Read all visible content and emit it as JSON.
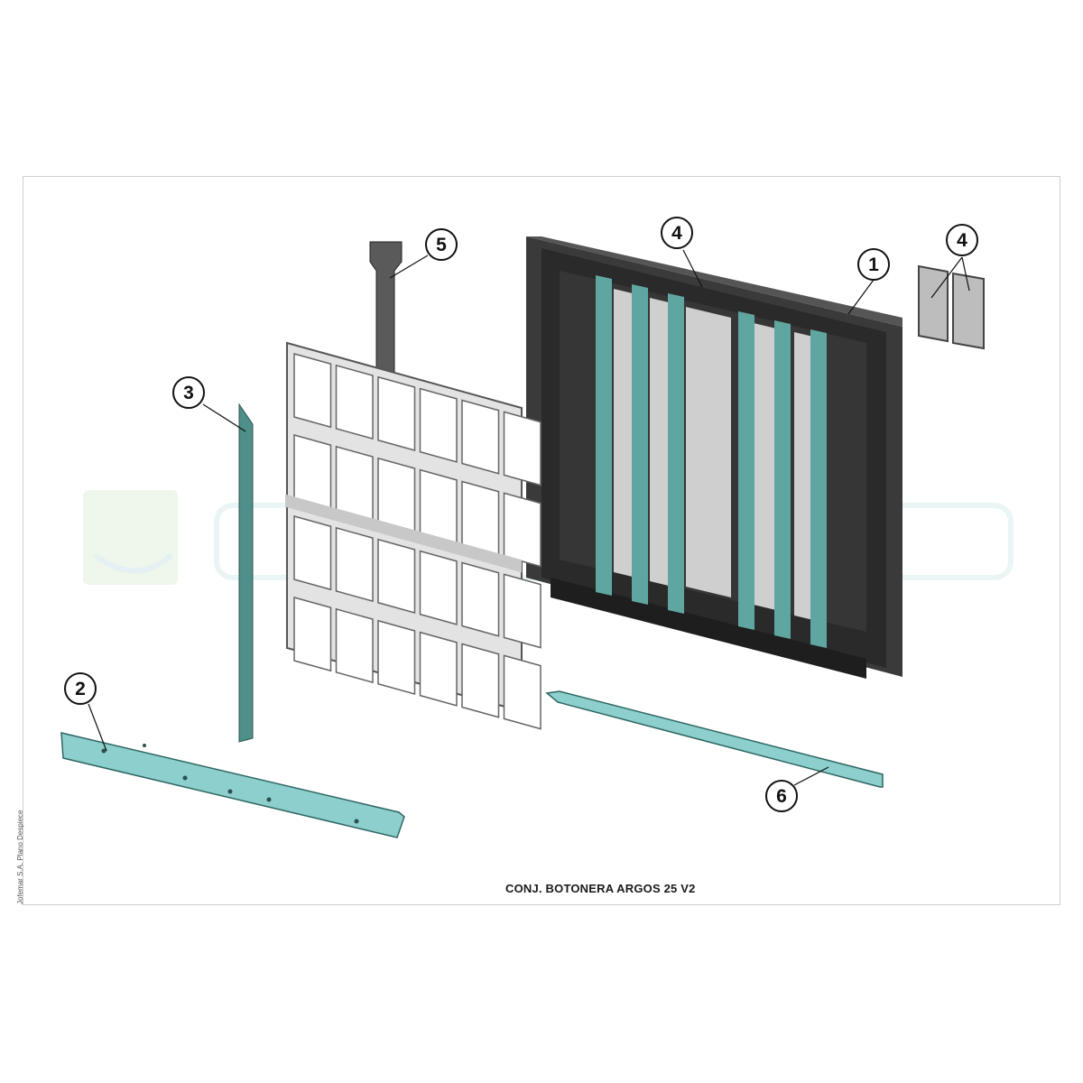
{
  "caption": "CONJ. BOTONERA ARGOS 25 V2",
  "side_note": "Jofemar S.A. Plano Despiece",
  "callouts": [
    {
      "label": "1"
    },
    {
      "label": "2"
    },
    {
      "label": "3"
    },
    {
      "label": "4"
    },
    {
      "label": "4"
    },
    {
      "label": "5"
    },
    {
      "label": "6"
    }
  ],
  "colors": {
    "housing": "#2f2f2f",
    "teal_parts": "#6fb7b0",
    "frame": "#d9d9d9",
    "ribbon": "#555555",
    "watermark": "#d6eaea"
  }
}
